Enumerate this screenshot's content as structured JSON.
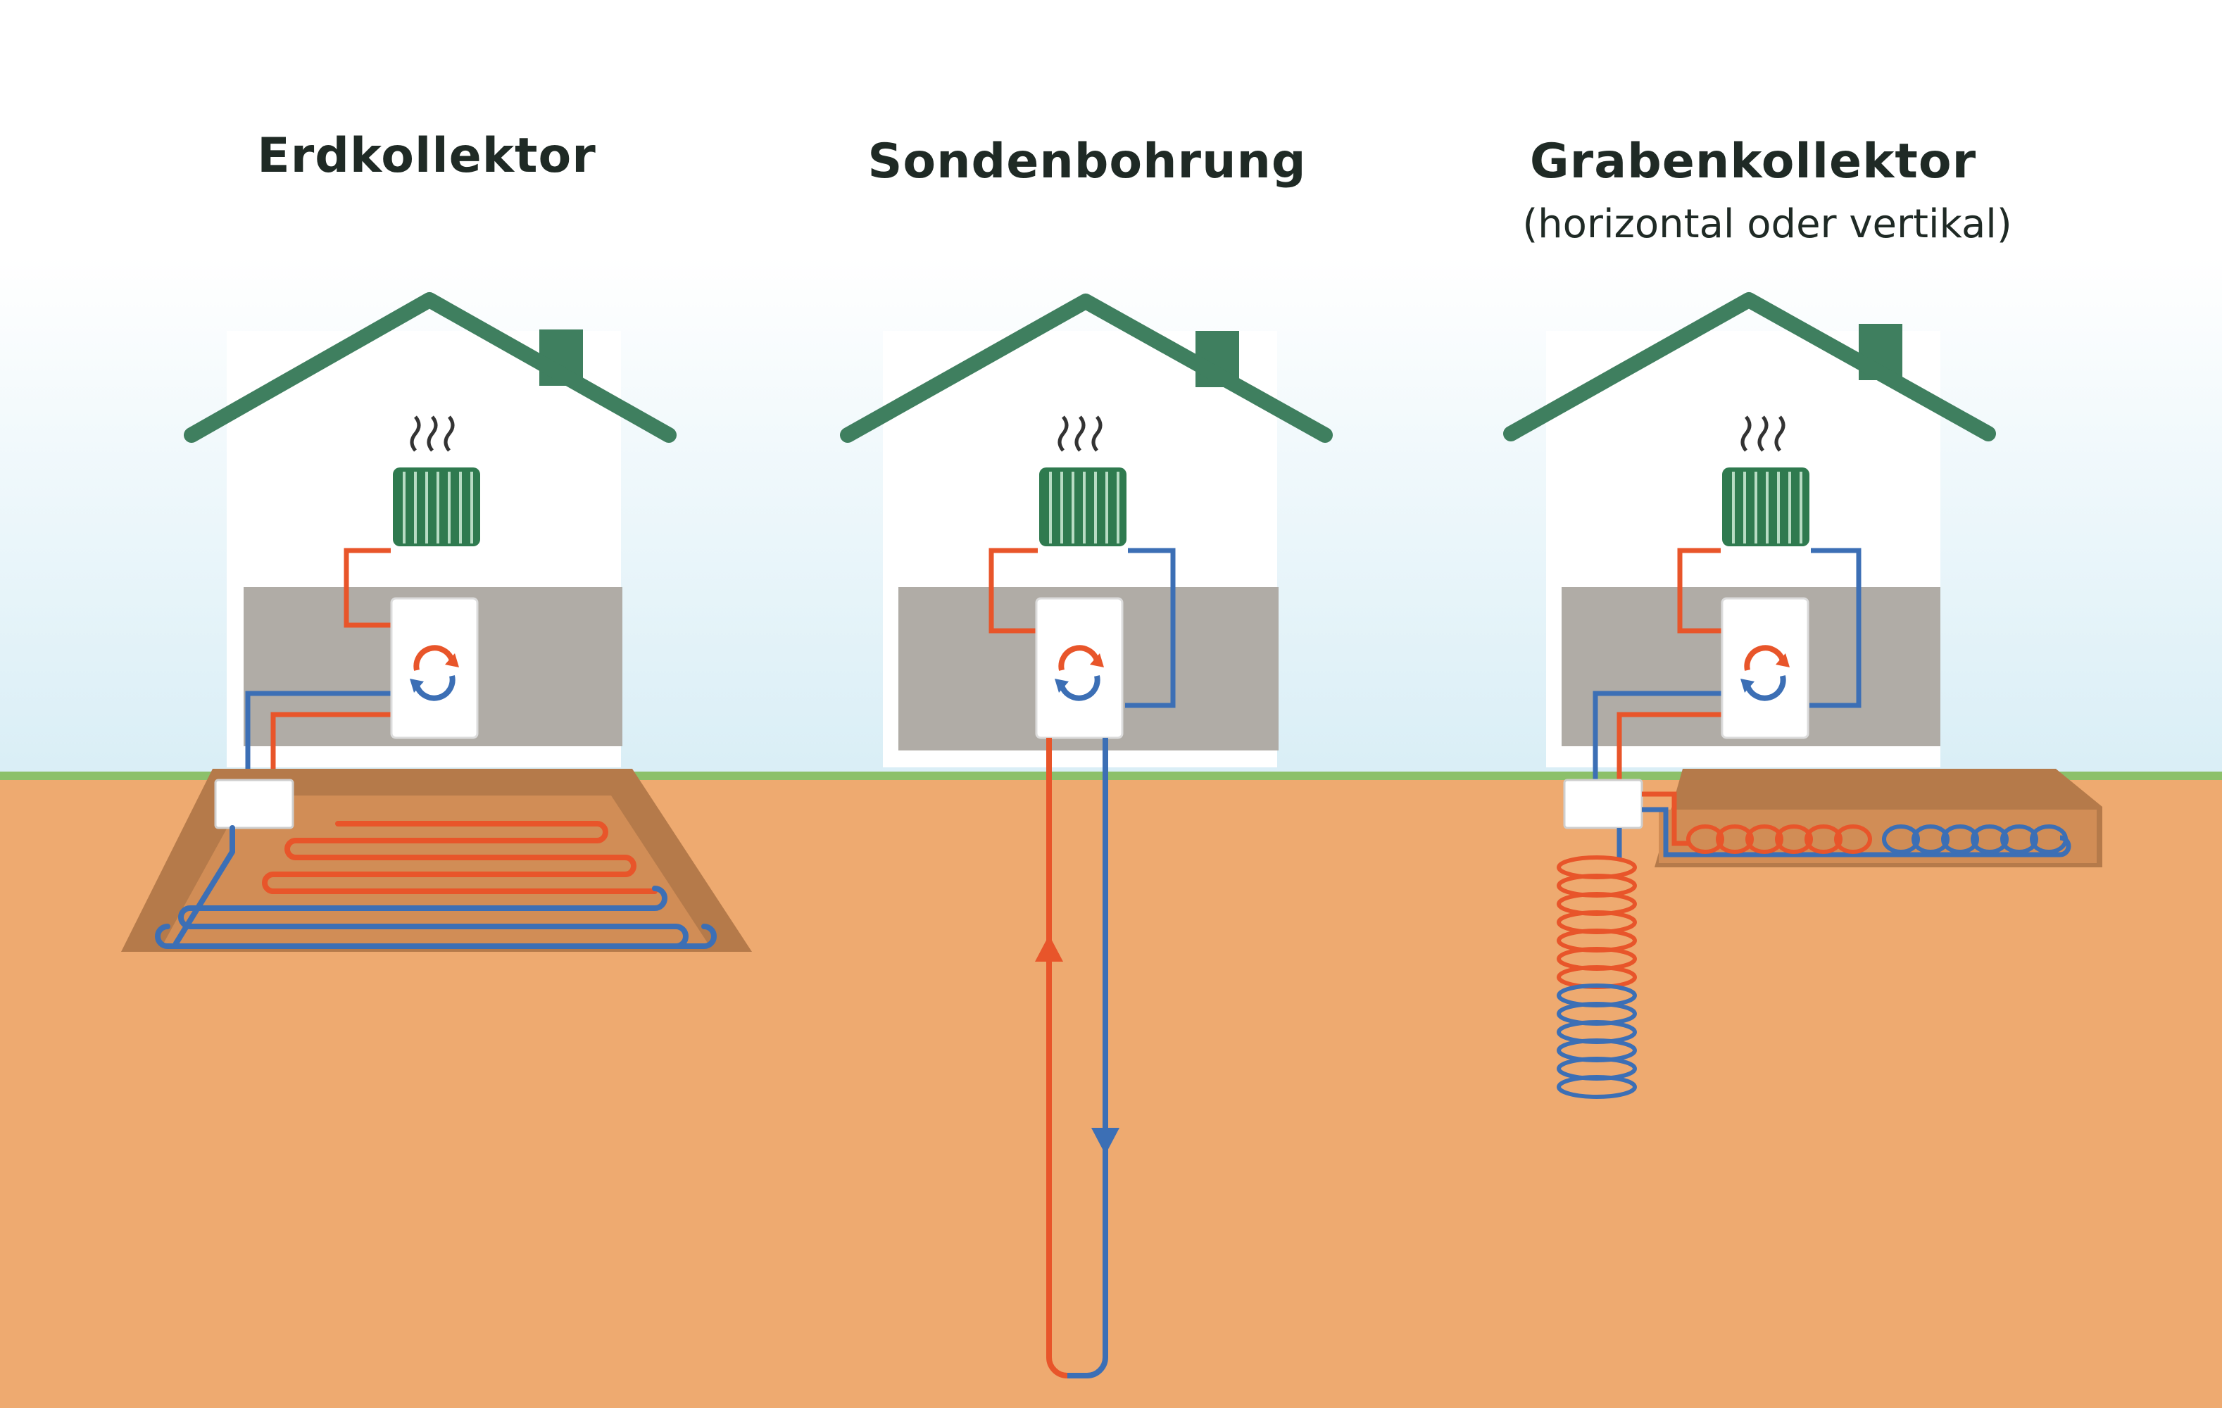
{
  "panels": [
    {
      "title": "Erdkollektor",
      "subtitle": ""
    },
    {
      "title": "Sondenbohrung",
      "subtitle": ""
    },
    {
      "title": "Grabenkollektor",
      "subtitle": "(horizontal oder vertikal)"
    }
  ],
  "colors": {
    "sky_top": "#ffffff",
    "sky_bottom": "#d9eef6",
    "ground": "#eeaa70",
    "grass": "#8cc06a",
    "roof": "#3f7f5f",
    "house_wall": "#ffffff",
    "basement": "#b0aca6",
    "radiator": "#2f7a4f",
    "pipe_hot": "#e8552a",
    "pipe_cold": "#3c6fb5",
    "pit": "#b57a4a"
  },
  "icons": {
    "heat_waves": "heat-waves-icon",
    "cycle": "cycle-arrows-icon",
    "radiator": "radiator-icon"
  }
}
